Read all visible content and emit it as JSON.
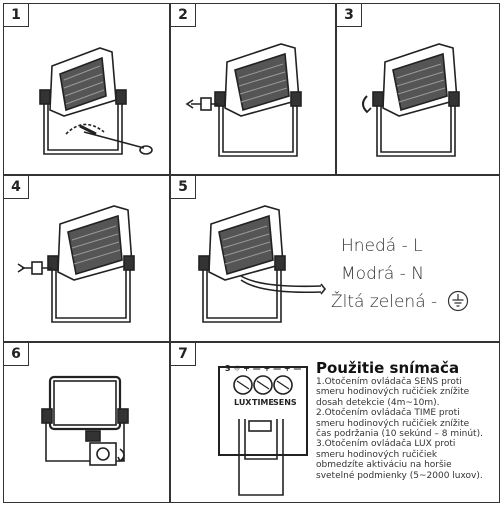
{
  "steps": [
    {
      "number": "1"
    },
    {
      "number": "2"
    },
    {
      "number": "3"
    },
    {
      "number": "4"
    },
    {
      "number": "5"
    },
    {
      "number": "6"
    },
    {
      "number": "7"
    }
  ],
  "wiring": {
    "brown": "Hnedá - L",
    "blue": "Modrá - N",
    "yellow_green": "Žltá zelená -",
    "ground_symbol": "ground-icon"
  },
  "sensor_panel": {
    "knob_labels": [
      "LUX",
      "TIME",
      "SENS"
    ],
    "top_marks": "3 ☼ + — + — + —"
  },
  "usage": {
    "title": "Použitie snímača",
    "lines": [
      "1.Otočením ovládača SENS proti",
      "smeru hodinových ručičiek znížite",
      "dosah detekcie (4m~10m).",
      "2.Otočením ovládača TIME proti",
      "smeru hodinových ručičiek znížite",
      "čas podržania (10 sekúnd – 8 minút).",
      "3.Otočením ovládača LUX proti",
      "smeru hodinových ručičiek",
      "obmedzíte aktiváciu na horšie",
      "svetelné podmienky (5~2000 luxov)."
    ]
  }
}
